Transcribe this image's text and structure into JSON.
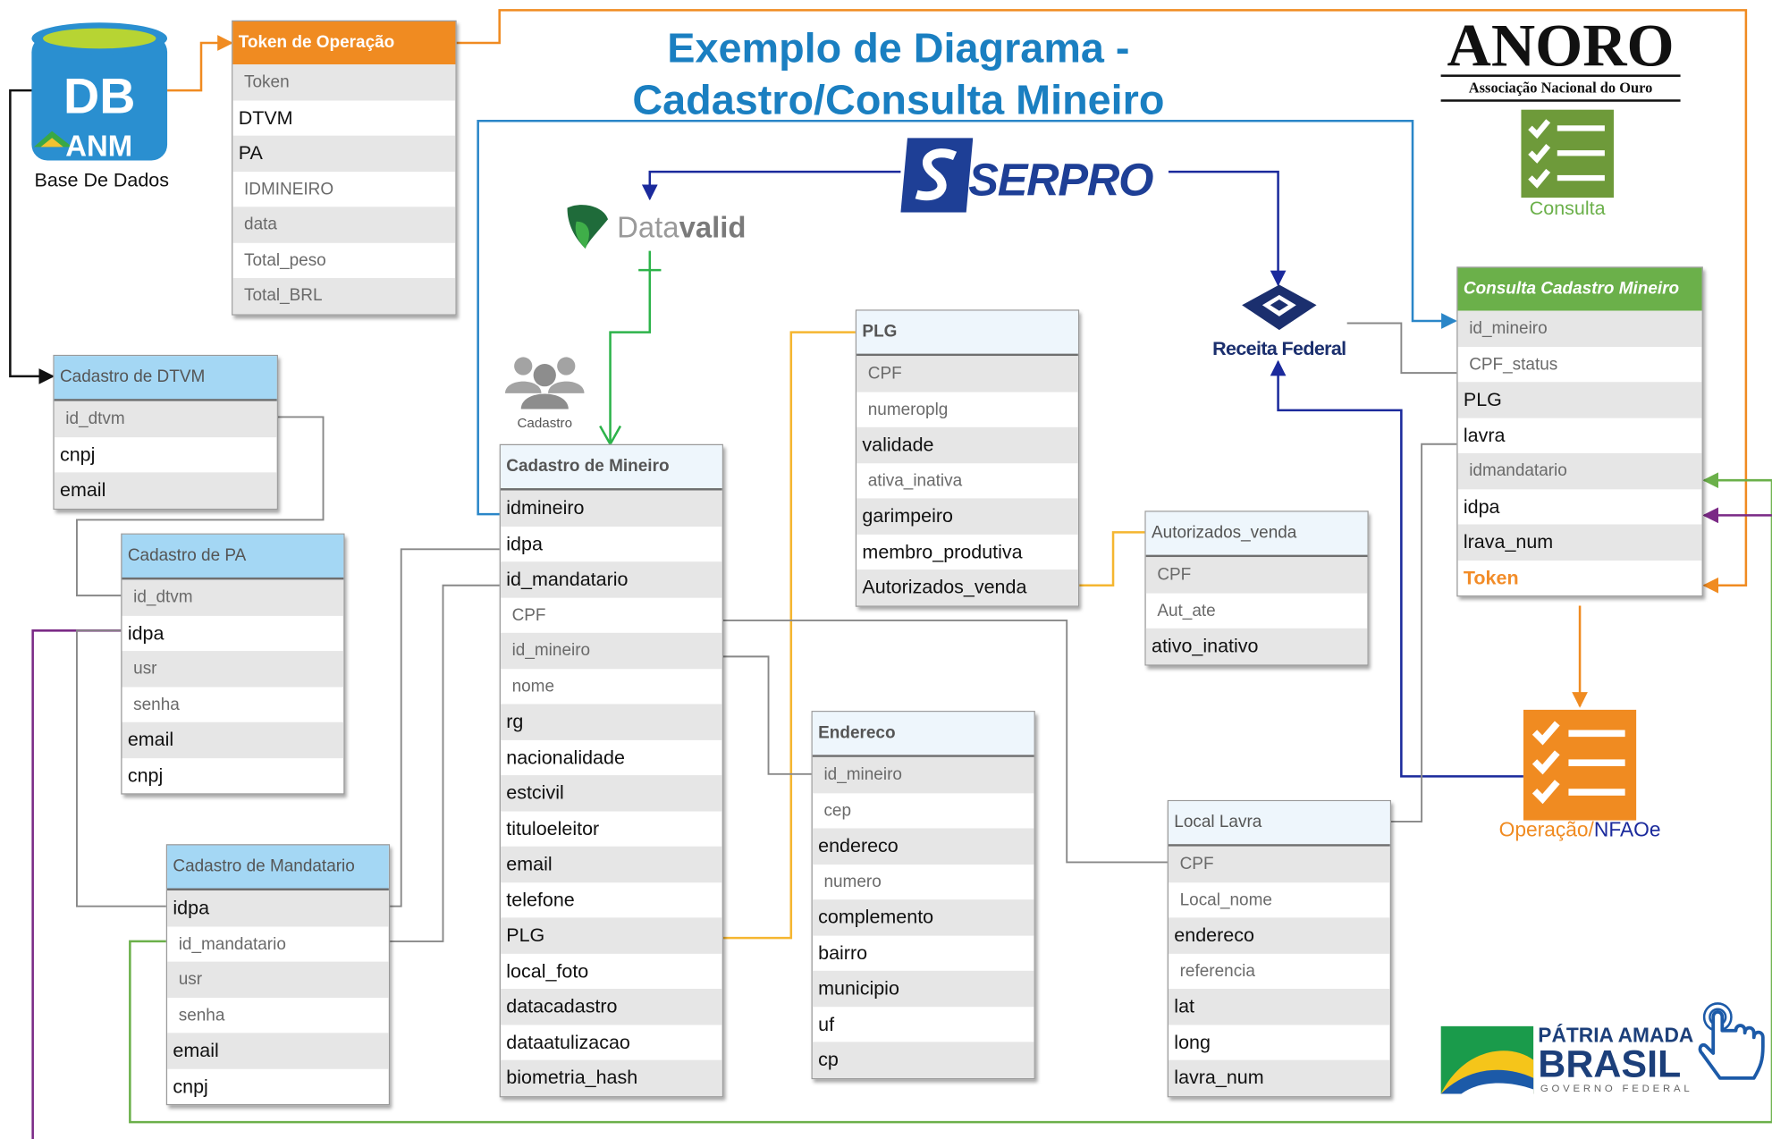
{
  "title": {
    "line1": "Exemplo de Diagrama -",
    "line2": "Cadastro/Consulta Mineiro"
  },
  "db": {
    "logo_big": "DB",
    "logo_small": "ANM",
    "caption": "Base De Dados"
  },
  "anoro": {
    "name": "ANORO",
    "subtitle": "Associação Nacional do Ouro"
  },
  "consulta_icon": {
    "label": "Consulta",
    "icon": "checklist-icon",
    "color": "#6e9a3a"
  },
  "operacao_icon": {
    "label_a": "Operação/",
    "label_b": "NFAOe",
    "icon": "checklist-icon",
    "color": "#f08b21"
  },
  "serpro": "SERPRO",
  "datavalid": {
    "a": "Data",
    "b": "valid"
  },
  "receita": "Receita Federal",
  "cadastro_icon_label": "Cadastro",
  "brasil": {
    "line1": "PÁTRIA AMADA",
    "line2": "BRASIL",
    "line3": "GOVERNO FEDERAL"
  },
  "colors": {
    "title": "#1a7fc1",
    "orange": "#f08b21",
    "green": "#6bb04a",
    "navy": "#1b2a9c",
    "purple": "#7b2a86",
    "yellow": "#f5b630"
  },
  "tables": {
    "token": {
      "title": "Token de Operação",
      "rows": [
        {
          "text": "Token",
          "kind": "f"
        },
        {
          "text": "DTVM",
          "kind": "k"
        },
        {
          "text": "PA",
          "kind": "k"
        },
        {
          "text": "IDMINEIRO",
          "kind": "f"
        },
        {
          "text": "data",
          "kind": "f"
        },
        {
          "text": "Total_peso",
          "kind": "f"
        },
        {
          "text": "Total_BRL",
          "kind": "f"
        }
      ]
    },
    "dtvm": {
      "title": "Cadastro de DTVM",
      "rows": [
        {
          "text": "id_dtvm",
          "kind": "f"
        },
        {
          "text": "cnpj",
          "kind": "k"
        },
        {
          "text": "email",
          "kind": "k"
        }
      ]
    },
    "pa": {
      "title": "Cadastro de PA",
      "rows": [
        {
          "text": "id_dtvm",
          "kind": "f"
        },
        {
          "text": "idpa",
          "kind": "k"
        },
        {
          "text": "usr",
          "kind": "f"
        },
        {
          "text": "senha",
          "kind": "f"
        },
        {
          "text": "email",
          "kind": "k"
        },
        {
          "text": "cnpj",
          "kind": "k"
        }
      ]
    },
    "mandatario": {
      "title": "Cadastro de Mandatario",
      "rows": [
        {
          "text": "idpa",
          "kind": "k"
        },
        {
          "text": "id_mandatario",
          "kind": "f"
        },
        {
          "text": "usr",
          "kind": "f"
        },
        {
          "text": "senha",
          "kind": "f"
        },
        {
          "text": "email",
          "kind": "k"
        },
        {
          "text": "cnpj",
          "kind": "k"
        }
      ]
    },
    "mineiro": {
      "title": "Cadastro de Mineiro",
      "rows": [
        {
          "text": "idmineiro",
          "kind": "k"
        },
        {
          "text": "idpa",
          "kind": "k"
        },
        {
          "text": "id_mandatario",
          "kind": "k"
        },
        {
          "text": "CPF",
          "kind": "f"
        },
        {
          "text": "id_mineiro",
          "kind": "f"
        },
        {
          "text": "nome",
          "kind": "f"
        },
        {
          "text": "rg",
          "kind": "k"
        },
        {
          "text": "nacionalidade",
          "kind": "k"
        },
        {
          "text": "estcivil",
          "kind": "k"
        },
        {
          "text": "tituloeleitor",
          "kind": "k"
        },
        {
          "text": "email",
          "kind": "k"
        },
        {
          "text": "telefone",
          "kind": "k"
        },
        {
          "text": "PLG",
          "kind": "k"
        },
        {
          "text": "local_foto",
          "kind": "k"
        },
        {
          "text": "datacadastro",
          "kind": "k"
        },
        {
          "text": "dataatulizacao",
          "kind": "k"
        },
        {
          "text": "biometria_hash",
          "kind": "k"
        }
      ]
    },
    "plg": {
      "title": "PLG",
      "rows": [
        {
          "text": "CPF",
          "kind": "f"
        },
        {
          "text": "numeroplg",
          "kind": "f"
        },
        {
          "text": "validade",
          "kind": "k"
        },
        {
          "text": "ativa_inativa",
          "kind": "f"
        },
        {
          "text": "garimpeiro",
          "kind": "k"
        },
        {
          "text": "membro_produtiva",
          "kind": "k"
        },
        {
          "text": "Autorizados_venda",
          "kind": "k"
        }
      ]
    },
    "autorizados": {
      "title": "Autorizados_venda",
      "rows": [
        {
          "text": "CPF",
          "kind": "f"
        },
        {
          "text": "Aut_ate",
          "kind": "f"
        },
        {
          "text": "ativo_inativo",
          "kind": "k"
        }
      ]
    },
    "endereco": {
      "title": "Endereco",
      "rows": [
        {
          "text": "id_mineiro",
          "kind": "f"
        },
        {
          "text": "cep",
          "kind": "f"
        },
        {
          "text": "endereco",
          "kind": "k"
        },
        {
          "text": "numero",
          "kind": "f"
        },
        {
          "text": "complemento",
          "kind": "k"
        },
        {
          "text": "bairro",
          "kind": "k"
        },
        {
          "text": "municipio",
          "kind": "k"
        },
        {
          "text": "uf",
          "kind": "k"
        },
        {
          "text": "cp",
          "kind": "k"
        }
      ]
    },
    "lavra": {
      "title": "Local Lavra",
      "rows": [
        {
          "text": "CPF",
          "kind": "f"
        },
        {
          "text": "Local_nome",
          "kind": "f"
        },
        {
          "text": "endereco",
          "kind": "k"
        },
        {
          "text": "referencia",
          "kind": "f"
        },
        {
          "text": "lat",
          "kind": "k"
        },
        {
          "text": "long",
          "kind": "k"
        },
        {
          "text": "lavra_num",
          "kind": "k"
        }
      ]
    },
    "consulta": {
      "title": "Consulta Cadastro Mineiro",
      "rows": [
        {
          "text": "id_mineiro",
          "kind": "f"
        },
        {
          "text": "CPF_status",
          "kind": "f"
        },
        {
          "text": "PLG",
          "kind": "k"
        },
        {
          "text": "lavra",
          "kind": "k"
        },
        {
          "text": "idmandatario",
          "kind": "f"
        },
        {
          "text": "idpa",
          "kind": "k"
        },
        {
          "text": "lrava_num",
          "kind": "k"
        },
        {
          "text": "Token",
          "kind": "t"
        }
      ]
    }
  }
}
